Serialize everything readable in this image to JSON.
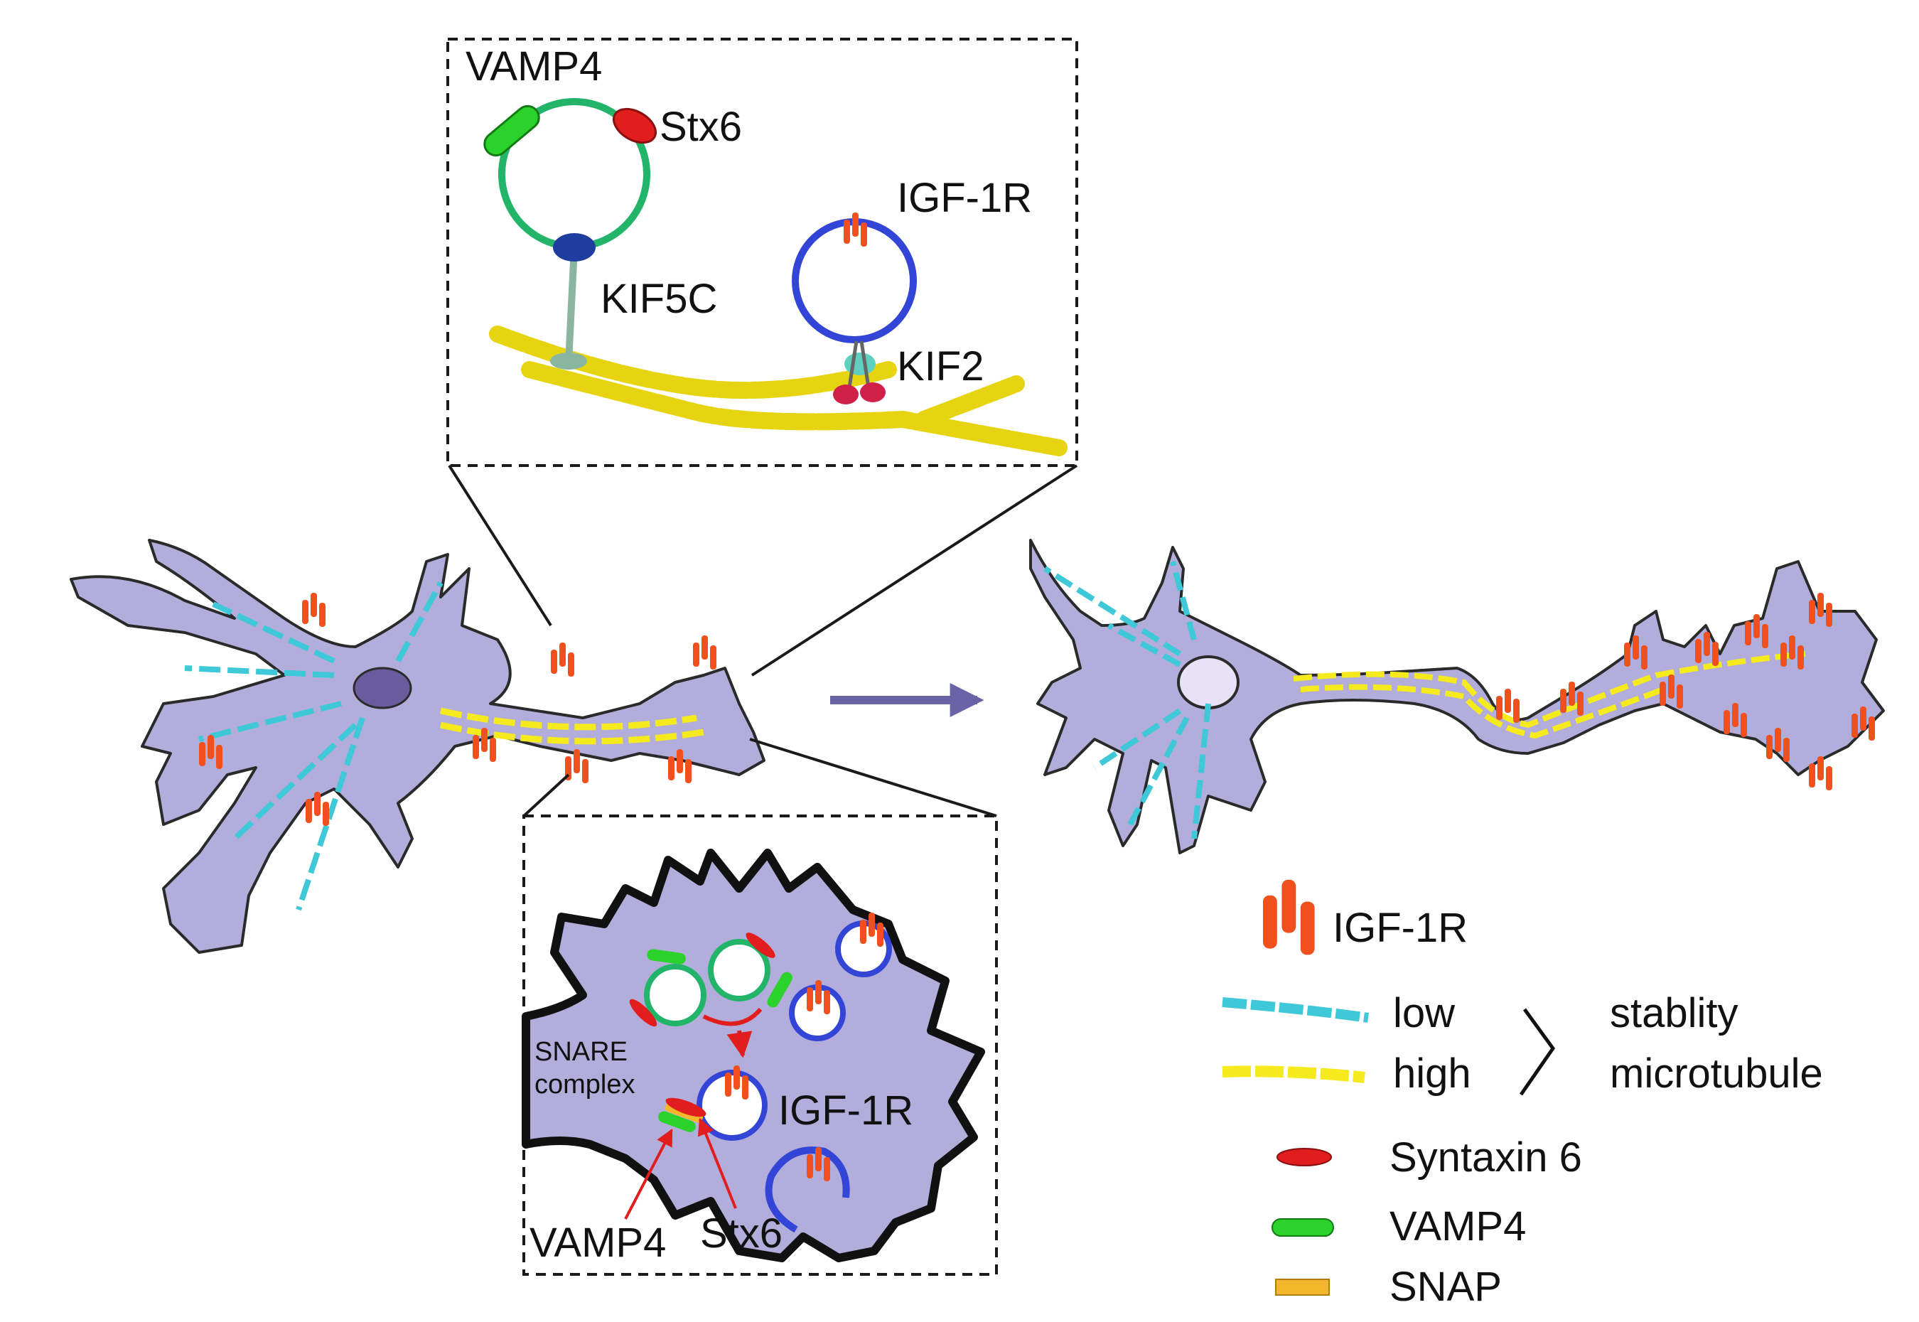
{
  "top_inset": {
    "vamp4": "VAMP4",
    "stx6": "Stx6",
    "kif5c": "KIF5C",
    "igf1r": "IGF-1R",
    "kif2": "KIF2"
  },
  "bottom_inset": {
    "snare": "SNARE",
    "complex": "complex",
    "igf1r": "IGF-1R",
    "vamp4": "VAMP4",
    "stx6": "Stx6"
  },
  "legend": {
    "igf1r": "IGF-1R",
    "low": "low",
    "high": "high",
    "stability": "stablity",
    "microtubule": "microtubule",
    "syntaxin6": "Syntaxin 6",
    "vamp4": "VAMP4",
    "snap": "SNAP"
  },
  "colors": {
    "cell_fill": "#b3addb",
    "cell_outline": "#2a2a2a",
    "nucleus": "#6a5a9e",
    "low_stability_mt": "#3ec8d8",
    "high_stability_mt": "#f4ea1e",
    "igf1r": "#f0501e",
    "syntaxin6": "#e21d1d",
    "vamp4": "#2cd22c",
    "snap": "#f2b72c",
    "vesicle_vamp": "#22b56a",
    "vesicle_igf": "#3345d6",
    "kif5c_head": "#1f3d9e",
    "kif2_head": "#d0204a",
    "arrow": "#6a63a6"
  }
}
